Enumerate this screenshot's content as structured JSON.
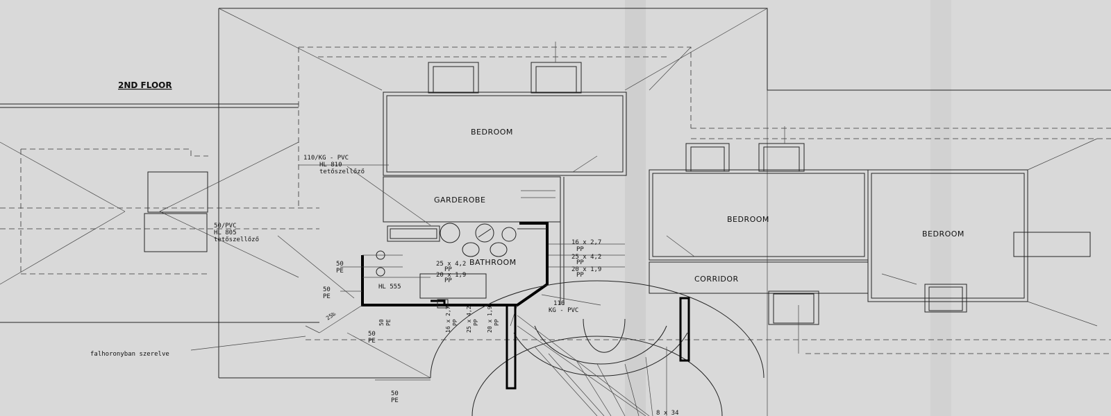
{
  "floor_title": "2ND FLOOR",
  "rooms": {
    "bedroom_top": "BEDROOM",
    "garderobe": "GARDEROBE",
    "bedroom_middle": "BEDROOM",
    "bedroom_right": "BEDROOM",
    "bathroom": "BATHROOM",
    "corridor": "CORRIDOR"
  },
  "annotations": {
    "vent_110": [
      "110/KG - PVC",
      "HL 810",
      "tetőszellőző"
    ],
    "vent_50": [
      "50/PVC",
      "HL 805",
      "tetőszellőző"
    ],
    "pipe_16": [
      "16 x 2,7",
      "PP"
    ],
    "pipe_25_right": [
      "25 x 4,2",
      "PP"
    ],
    "pipe_20_right": [
      "20 x 1,9",
      "PP"
    ],
    "pipe_25_left": [
      "25 x 4,2",
      "PP"
    ],
    "pipe_20_left": [
      "20 x 1,9",
      "PP"
    ],
    "pe_50_a": [
      "50",
      "PE"
    ],
    "pe_50_b": [
      "50",
      "PE"
    ],
    "hl_555": "HL 555",
    "kg_110": [
      "110",
      "KG - PVC"
    ],
    "pe_50_vertical": [
      "50",
      "PE"
    ],
    "pp_16_vert": [
      "16 x 2,7",
      "PP"
    ],
    "pp_25_vert": [
      "25 x 4,2",
      "PP"
    ],
    "pp_20_vert": [
      "20 x 1,9",
      "PP"
    ],
    "slope": "25‰",
    "pe_50_c": [
      "50",
      "PE"
    ],
    "falhorony": "falhoronyban szerelve",
    "pe_50_bottom": [
      "50",
      "PE"
    ],
    "bottom_dim": "8 x 34"
  }
}
